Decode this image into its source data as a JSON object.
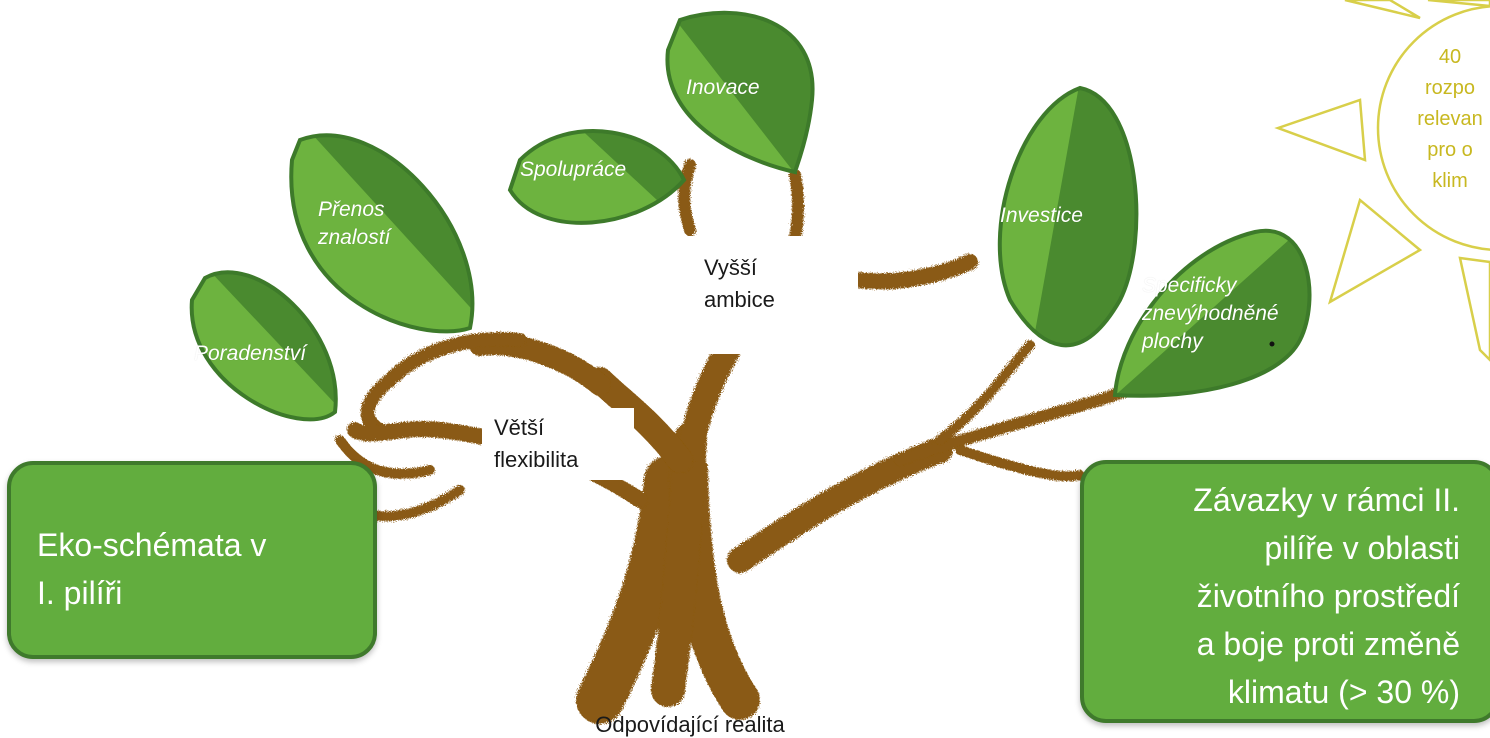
{
  "leaves": [
    {
      "id": "poradenstvi",
      "label": "Poradenství"
    },
    {
      "id": "prenos",
      "label": "Přenos\nznalostí"
    },
    {
      "id": "spoluprace",
      "label": "Spolupráce"
    },
    {
      "id": "inovace",
      "label": "Inovace"
    },
    {
      "id": "investice",
      "label": "Investice"
    },
    {
      "id": "specificky",
      "label": "Specificky\nznevýhodněné\nplochy"
    }
  ],
  "tree_labels": {
    "vyssi_ambice": "Vyšší\nambice",
    "vetsi_flexibilita": "Větší\nflexibilita",
    "odpovidajici_realita": "Odpovídající realita"
  },
  "boxes": {
    "left": "Eko-schémata v\nI. pilíři",
    "right": "Závazky v rámci II.\npilíře v oblasti\nživotního prostředí\na boje proti změně\nklimatu (> 30 %)"
  },
  "sun": {
    "text": "40\nrozpo\nrelevan\npro o\nklim"
  },
  "colors": {
    "leaf_light": "#6db33f",
    "leaf_dark": "#4a8a2f",
    "leaf_border": "#3d7a2a",
    "trunk": "#8a5a12",
    "box_fill": "#62ad3e",
    "sun": "#d8cf4a"
  }
}
